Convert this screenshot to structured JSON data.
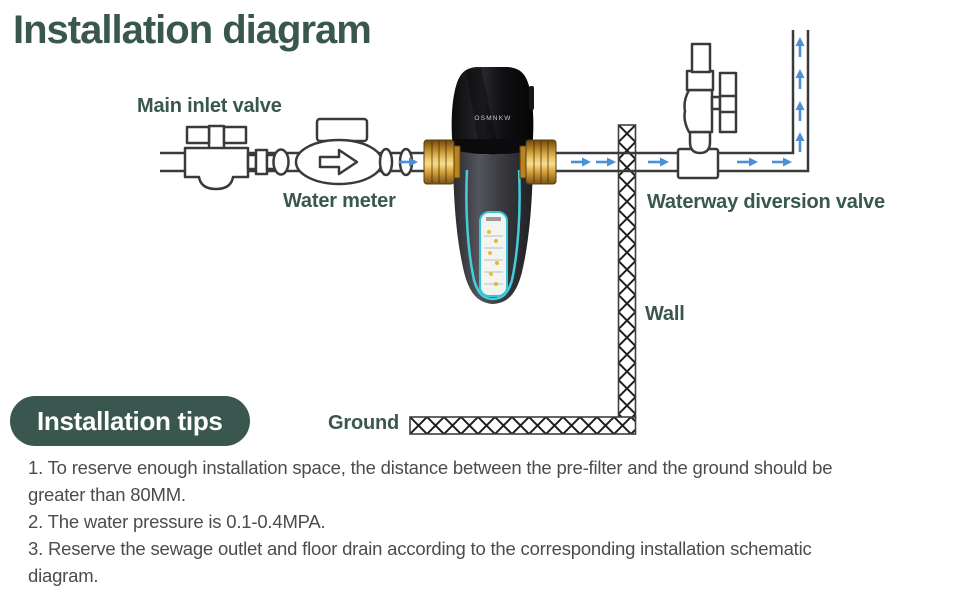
{
  "page": {
    "title": "Installation diagram"
  },
  "diagram": {
    "labels": {
      "main_inlet_valve": "Main inlet valve",
      "water_meter": "Water meter",
      "waterway_diversion_valve": "Waterway diversion valve",
      "wall": "Wall",
      "ground": "Ground"
    },
    "device": {
      "brand": "OSMNKW"
    },
    "colors": {
      "accent_teal": "#3A574F",
      "flow_arrow_blue": "#4A90D8",
      "pipe_outline": "#3A3A3A",
      "brass_fitting": "#C8922E",
      "device_glow_cyan": "#45D6E6",
      "tips_text_gray": "#4C4C4C"
    }
  },
  "tips": {
    "header": "Installation tips",
    "lines": [
      "1. To reserve enough installation space, the distance between the pre-filter and the ground should be",
      "greater than 80MM.",
      "2. The water pressure is 0.1-0.4MPA.",
      "3. Reserve the sewage outlet and floor drain according to the corresponding installation schematic",
      "diagram."
    ]
  }
}
